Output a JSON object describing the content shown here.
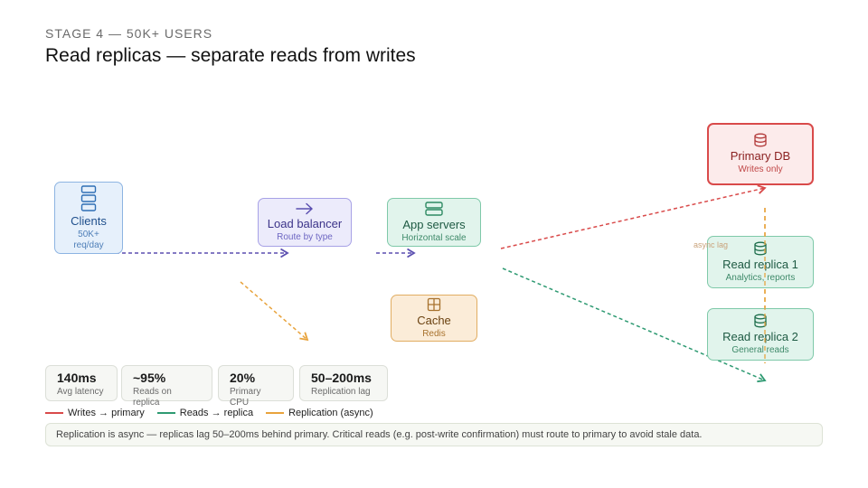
{
  "header": {
    "stage": "STAGE 4 — 50K+ USERS",
    "title": "Read replicas — separate reads from writes"
  },
  "nodes": {
    "clients": {
      "title": "Clients",
      "subtitle_line1": "50K+",
      "subtitle_line2": "req/day",
      "icon": "stack-icon"
    },
    "load_balancer": {
      "title": "Load balancer",
      "subtitle": "Route by type",
      "icon": "arrow-right-icon"
    },
    "app_servers": {
      "title": "App servers",
      "subtitle": "Horizontal scale",
      "icon": "server-icon"
    },
    "cache": {
      "title": "Cache",
      "subtitle": "Redis",
      "icon": "grid-icon"
    },
    "primary_db": {
      "title": "Primary DB",
      "subtitle": "Writes only",
      "icon": "database-icon"
    },
    "replica_1": {
      "title": "Read replica 1",
      "subtitle": "Analytics, reports",
      "icon": "database-icon"
    },
    "replica_2": {
      "title": "Read replica 2",
      "subtitle": "General reads",
      "icon": "database-icon"
    }
  },
  "edge_labels": {
    "async": "async lag"
  },
  "stats": [
    {
      "value": "140ms",
      "label": "Avg latency"
    },
    {
      "value": "~95%",
      "label": "Reads on replica"
    },
    {
      "value": "20%",
      "label": "Primary CPU"
    },
    {
      "value": "50–200ms",
      "label": "Replication lag"
    }
  ],
  "legend": [
    {
      "label": "Writes → primary",
      "color": "#d94a4a"
    },
    {
      "label": "Reads → replica",
      "color": "#2e9a72"
    },
    {
      "label": "Replication (async)",
      "color": "#e8a33c"
    }
  ],
  "note": "Replication is async — replicas lag 50–200ms behind primary. Critical reads (e.g. post-write confirmation) must route to primary to avoid stale data.",
  "colors": {
    "routing": "#5b4fb0",
    "writes": "#d94a4a",
    "reads": "#2e9a72",
    "replication": "#e8a33c"
  }
}
